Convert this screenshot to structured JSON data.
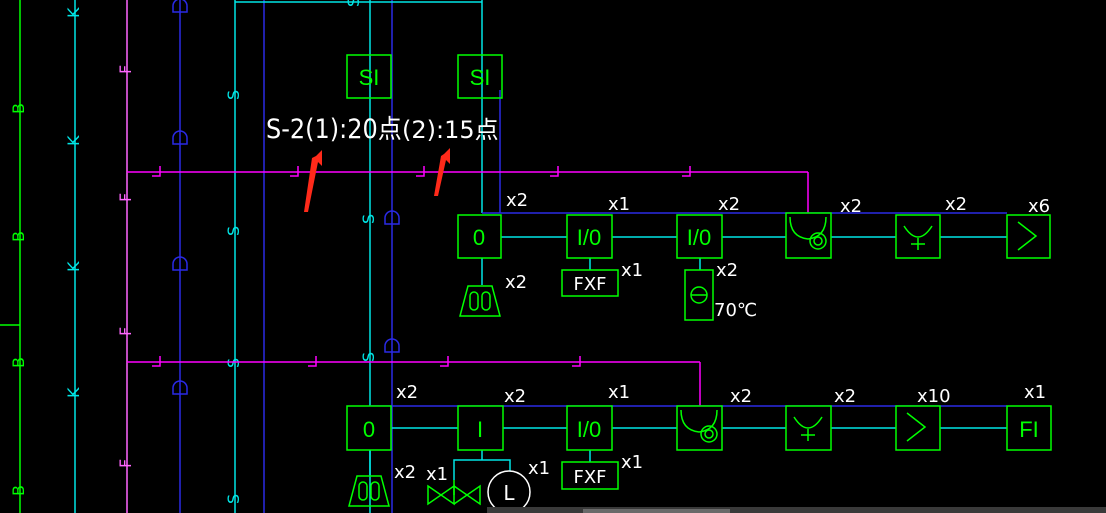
{
  "colors": {
    "background": "#000000",
    "module_green": "#00ff00",
    "line_cyan": "#00e6e6",
    "line_blue": "#2a2ae6",
    "line_magenta": "#ff00ff",
    "line_pink": "#ff66ff",
    "text_white": "#ffffff",
    "arrow_red": "#ff2a1a"
  },
  "annotations": {
    "loop1": "S-2(1):20点",
    "loop2": "(2):15点"
  },
  "wire_labels": {
    "b": "B",
    "k": "K",
    "f": "F",
    "s": "S"
  },
  "si_modules": [
    {
      "label": "SI"
    },
    {
      "label": "SI"
    }
  ],
  "row1": {
    "devices": [
      {
        "kind": "text",
        "label": "0",
        "count": "x2"
      },
      {
        "kind": "text",
        "label": "I/0",
        "count": "x1"
      },
      {
        "kind": "text",
        "label": "I/0",
        "count": "x2"
      },
      {
        "kind": "bell-icon",
        "count": "x2"
      },
      {
        "kind": "horn-icon",
        "count": "x2"
      },
      {
        "kind": "zigzag-icon",
        "count": "x6"
      }
    ],
    "sub_devices": [
      {
        "kind": "pull-station-icon",
        "count": "x2"
      },
      {
        "kind": "text",
        "label": "FXF",
        "count": "x1"
      },
      {
        "kind": "damper-icon",
        "count": "x2",
        "note": "70℃"
      }
    ]
  },
  "row2": {
    "devices": [
      {
        "kind": "text",
        "label": "0",
        "count": "x2"
      },
      {
        "kind": "text",
        "label": "I",
        "count": "x2"
      },
      {
        "kind": "text",
        "label": "I/0",
        "count": "x1"
      },
      {
        "kind": "bell-icon",
        "count": "x2"
      },
      {
        "kind": "horn-icon",
        "count": "x2"
      },
      {
        "kind": "zigzag-icon",
        "count": "x10"
      },
      {
        "kind": "text",
        "label": "FI",
        "count": "x1"
      }
    ],
    "sub_devices": [
      {
        "kind": "pull-station-icon",
        "count": "x2"
      },
      {
        "kind": "valve-icon",
        "count": "x1"
      },
      {
        "kind": "text",
        "label": "L",
        "count": "x1"
      },
      {
        "kind": "text",
        "label": "FXF",
        "count": "x1"
      }
    ]
  }
}
